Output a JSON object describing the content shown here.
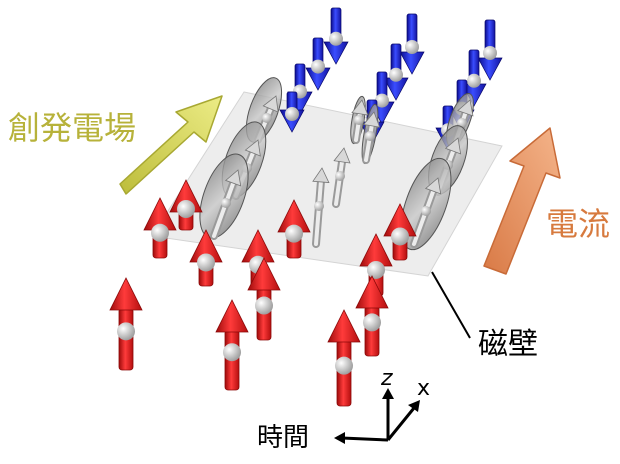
{
  "labels": {
    "field": "創発電場",
    "current": "電流",
    "domain_wall": "磁壁",
    "time": "時間",
    "z_axis": "z",
    "x_axis": "x"
  },
  "colors": {
    "field_arrow": "#d6d65a",
    "field_text": "#b7b23a",
    "current_arrow": "#e9915c",
    "current_text": "#d77a3e",
    "up_spin": "#e8191a",
    "down_spin": "#1f1fd0",
    "wall_spin": "#c8c8c8",
    "plane": "#e6e6e6"
  },
  "icons": {
    "emergent_field": "thick-arrow-icon",
    "current": "thick-arrow-icon",
    "spin_up": "red-up-arrow-icon",
    "spin_down": "blue-down-arrow-icon",
    "wall_spin": "gray-tilted-arrow-icon",
    "axes": "xyz-axes-icon"
  }
}
